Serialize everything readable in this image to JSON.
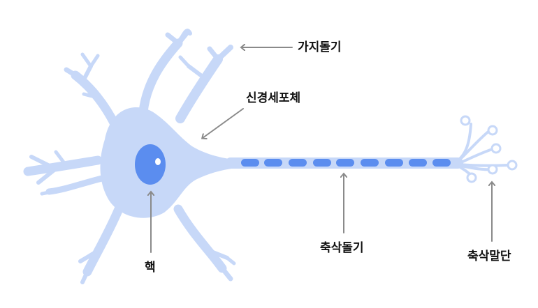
{
  "labels": {
    "dendrite": "가지돌기",
    "cell_body": "신경세포체",
    "nucleus": "핵",
    "axon": "축삭돌기",
    "axon_terminal": "축삭말단"
  },
  "colors": {
    "membrane": "#c7d8f8",
    "nucleus": "#5b8def",
    "myelin": "#5b8def",
    "arrow": "#8a8a8a",
    "text": "#111111"
  }
}
